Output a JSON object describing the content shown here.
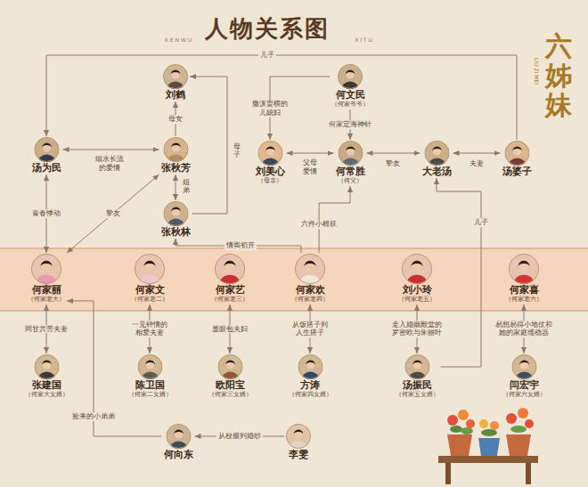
{
  "diagram": {
    "title": "人物关系图",
    "nodes": [
      {
        "text": [
          "刘鹤"
        ]
      },
      {
        "text": [
          "何文民",
          "（何家爷爷）"
        ]
      },
      {
        "text": [
          "汤为民"
        ]
      },
      {
        "text": [
          "张秋芳"
        ]
      },
      {
        "text": [
          "刘美心",
          "（母亲）"
        ]
      },
      {
        "text": [
          "何常胜",
          "（何父）"
        ]
      },
      {
        "text": [
          "大老汤"
        ]
      },
      {
        "text": [
          "汤婆子"
        ]
      },
      {
        "text": [
          "张秋林"
        ]
      },
      {
        "text": [
          "何家丽",
          "（何家老大）"
        ]
      },
      {
        "text": [
          "何家文",
          "（何家老二）"
        ]
      },
      {
        "text": [
          "何家艺",
          "（何家老三）"
        ]
      },
      {
        "text": [
          "何家欢",
          "（何家老四）"
        ]
      },
      {
        "text": [
          "刘小玲",
          "（何家老五）"
        ]
      },
      {
        "text": [
          "何家喜",
          "（何家老六）"
        ]
      },
      {
        "text": [
          "张建国",
          "（何家大女婿）"
        ]
      },
      {
        "text": [
          "陈卫国",
          "（何家二女婿）"
        ]
      },
      {
        "text": [
          "欧阳宝",
          "（何家三女婿）"
        ]
      },
      {
        "text": [
          "方涛",
          "（何家四女婿）"
        ]
      },
      {
        "text": [
          "汤振民",
          "（何家五女婿）"
        ]
      },
      {
        "text": [
          "闫宏宇",
          "（何家六女婿）"
        ]
      },
      {
        "text": [
          "何向东"
        ]
      },
      {
        "text": [
          "李雯"
        ]
      }
    ],
    "edges": [
      {
        "from": 3,
        "to": 0,
        "label": "母女",
        "arrow": "to"
      },
      {
        "from": 8,
        "to": 0,
        "label": "母子",
        "arrow": "to"
      },
      {
        "from": 3,
        "to": 8,
        "label": "姐弟",
        "arrow": "both"
      },
      {
        "from": 2,
        "to": 3,
        "label": "细水长流的爱情",
        "arrow": "both"
      },
      {
        "from": 2,
        "to": 9,
        "label": "青春悸动",
        "arrow": "both"
      },
      {
        "from": 9,
        "to": 3,
        "label": "挚友",
        "arrow": "both"
      },
      {
        "from": 1,
        "to": 4,
        "label": "撒泼耍横的儿媳妇",
        "arrow": "to"
      },
      {
        "from": 1,
        "to": 5,
        "label": "何家定海神针",
        "arrow": "to"
      },
      {
        "from": 4,
        "to": 5,
        "label": "父母爱情",
        "arrow": "both"
      },
      {
        "from": 5,
        "to": 6,
        "label": "挚友",
        "arrow": "both"
      },
      {
        "from": 6,
        "to": 7,
        "label": "夫妻",
        "arrow": "both"
      },
      {
        "from": 7,
        "to": 2,
        "label": "儿子",
        "arrow": "to"
      },
      {
        "from": 19,
        "to": 6,
        "label": "儿子",
        "arrow": "to"
      },
      {
        "from": 12,
        "to": 5,
        "label": "六件小棉袄",
        "arrow": "to"
      },
      {
        "from": 12,
        "to": 8,
        "label": "情窦初开",
        "arrow": "to"
      },
      {
        "from": 9,
        "to": 15,
        "label": "同甘共苦夫妻",
        "arrow": "both"
      },
      {
        "from": 10,
        "to": 16,
        "label": "一见钟情的相爱夫妻",
        "arrow": "both"
      },
      {
        "from": 11,
        "to": 17,
        "label": "显眼包夫妇",
        "arrow": "both"
      },
      {
        "from": 12,
        "to": 18,
        "label": "从饭搭子到人生搭子",
        "arrow": "both"
      },
      {
        "from": 13,
        "to": 19,
        "label": "走入婚姻殿堂的罗密欧与朱丽叶",
        "arrow": "both"
      },
      {
        "from": 14,
        "to": 20,
        "label": "易想易得小地仗和她的家庭维稳器",
        "arrow": "both"
      },
      {
        "from": 21,
        "to": 9,
        "label": "捡来的小弟弟",
        "arrow": "to"
      },
      {
        "from": 22,
        "to": 21,
        "label": "从校服到婚纱",
        "arrow": "to"
      }
    ],
    "labels": [
      "R E N W U",
      "X I T U",
      "六姊妹",
      "LIU ZI MEI"
    ]
  }
}
